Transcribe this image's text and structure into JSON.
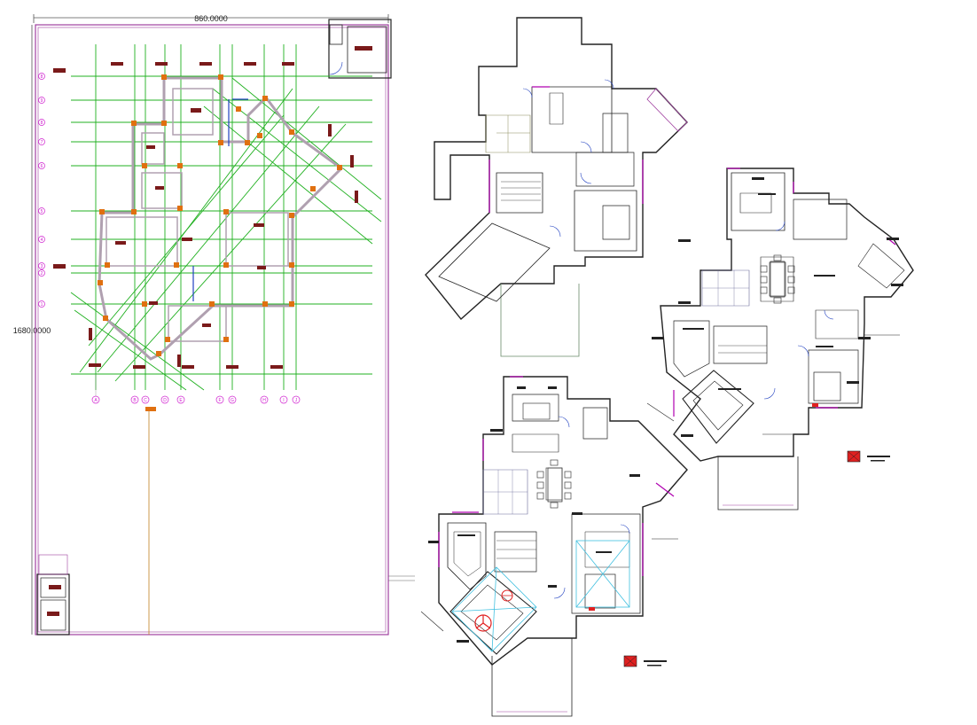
{
  "drawing": {
    "dimension_width": "860.0000",
    "dimension_height": "1680.0000",
    "grid_letters": [
      "A",
      "B",
      "C",
      "D",
      "E",
      "F",
      "G",
      "H",
      "I",
      "J"
    ],
    "grid_numbers": [
      "8",
      "9",
      "8",
      "7",
      "6",
      "5",
      "4",
      "3",
      "2",
      "1"
    ],
    "colors": {
      "boundary": "#a040a0",
      "grid_line": "#20b020",
      "column_marker": "#e07010",
      "footing": "#7a1a1a",
      "wall": "#222222",
      "window": "#b000b0",
      "door": "#2040c0",
      "fixture": "#40c0e0",
      "legend_hatch": "#e02020"
    }
  }
}
